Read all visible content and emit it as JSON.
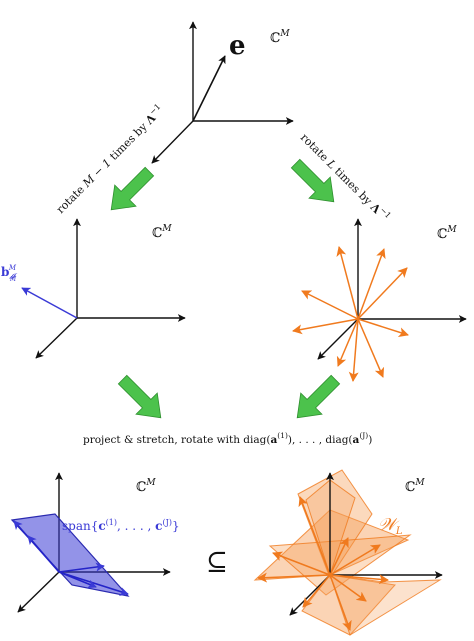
{
  "labels": {
    "space_top": "ℂ",
    "space_top_sup": "M",
    "vector_e": "e",
    "rotate_left_a": "rotate ",
    "rotate_left_b": "M − 1",
    "rotate_left_c": " times by ",
    "rotate_left_d": "Λ",
    "rotate_left_sup": "−1",
    "rotate_right_a": "rotate ",
    "rotate_right_b": "L",
    "rotate_right_c": " times by ",
    "rotate_right_d": "Λ",
    "rotate_right_sup": "−1",
    "space_mid_left": "ℂ",
    "space_mid_left_sup": "M",
    "space_mid_right": "ℂ",
    "space_mid_right_sup": "M",
    "vector_b_main": "b",
    "vector_b_sub": "𝓘",
    "vector_b_subsub": "M",
    "vector_b_sup": "M",
    "project_a": "project & stretch, rotate with diag(",
    "project_b": "a",
    "project_c": "(1)",
    "project_d": "), . . . , diag(",
    "project_e": "a",
    "project_f": "(J)",
    "project_g": ")",
    "space_bot_left": "ℂ",
    "space_bot_left_sup": "M",
    "space_bot_right": "ℂ",
    "space_bot_right_sup": "M",
    "span_a": "span{",
    "span_b": "c",
    "span_c": "(1)",
    "span_d": ", . . . , ",
    "span_e": "c",
    "span_f": "(J)",
    "span_g": "}",
    "subseteq": "⊆",
    "wl_main": "𝒲",
    "wl_sub": "L"
  },
  "colors": {
    "axis": "#111111",
    "green_arrow": "#4cc24c",
    "blue": "#3a3ad6",
    "blue_fill": "#3a3ad6",
    "orange": "#f07a1e",
    "orange_fill": "#f6a05a"
  }
}
